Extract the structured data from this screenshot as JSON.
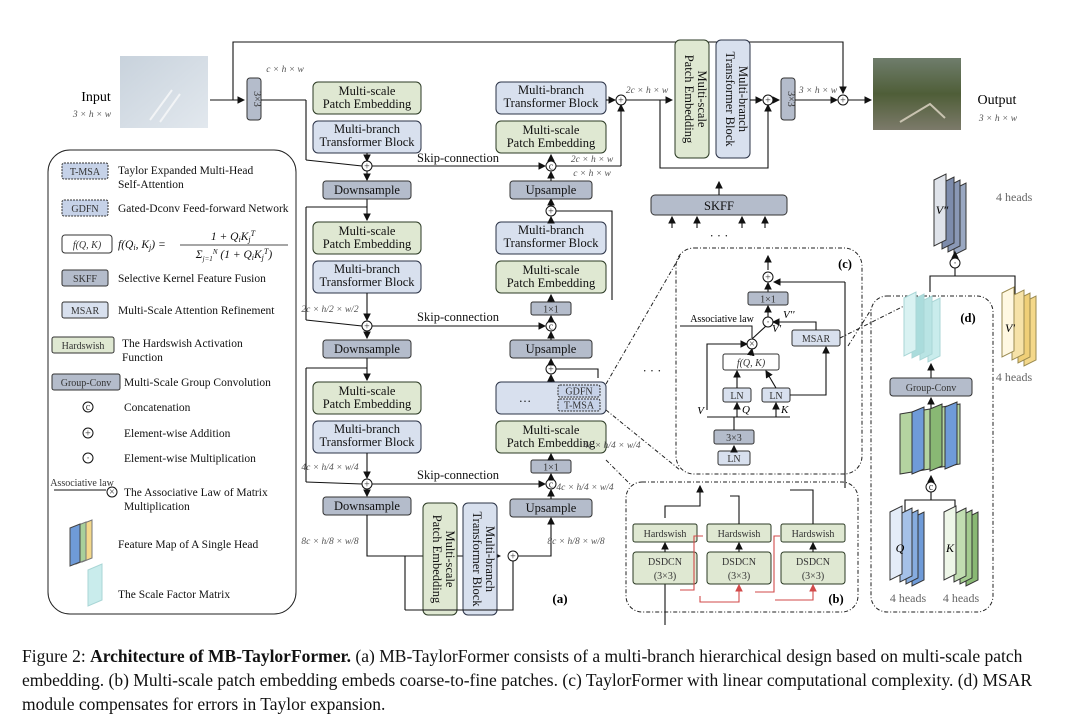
{
  "io": {
    "input_label": "Input",
    "input_dims": "3 × h × w",
    "output_label": "Output",
    "output_dims": "3 × h × w",
    "conv_in": "3×3",
    "conv_out": "3×3",
    "dim_c": "c × h × w",
    "dim_2c_top": "2c × h × w",
    "dim_3_out": "3 × h × w"
  },
  "encoder": {
    "mspe": "Multi-scale Patch Embedding",
    "mbtb": "Multi-branch Transformer Block",
    "downsample": "Downsample",
    "dim_2c": "2c × h/2 × w/2",
    "dim_4c": "4c × h/4 × w/4",
    "dim_8c": "8c × h/8 × w/8"
  },
  "decoder": {
    "upsample": "Upsample",
    "conv1x1": "1×1",
    "gdfn": "GDFN",
    "tmsa": "T-MSA",
    "ellipsis": "…",
    "dim_2c_up": "2c × h × w",
    "dim_c_up": "c × h × w",
    "dim_4c_up": "4c × h/4 × w/4",
    "dim_8c_up": "8c × h/8 × w/8",
    "dim_4c_side": "4c × h/4 × w/4"
  },
  "skip": "Skip-connection",
  "skff": "SKFF",
  "panel_labels": {
    "a": "(a)",
    "b": "(b)",
    "c": "(c)",
    "d": "(d)"
  },
  "panel_b": {
    "hardswish": "Hardswish",
    "dsdcn": "DSDCN",
    "kernel": "(3×3)"
  },
  "panel_c": {
    "conv1x1": "1×1",
    "conv3x3": "3×3",
    "ln": "LN",
    "fqk": "f(Q, K)",
    "msar": "MSAR",
    "assoc": "Associative law",
    "v2": "V''",
    "v1": "V'",
    "v": "V",
    "q": "Q",
    "k": "K"
  },
  "panel_d": {
    "group_conv": "Group-Conv",
    "heads": "4 heads",
    "v2": "V''",
    "v1": "V'",
    "q": "Q",
    "k": "K"
  },
  "legend": [
    {
      "key": "T-MSA",
      "text": "Taylor Expanded Multi-Head Self-Attention"
    },
    {
      "key": "GDFN",
      "text": "Gated-Dconv Feed-forward Network"
    },
    {
      "key": "f(Q, K)",
      "text": "f(Qi, Kj) = (1 + QiKjT) / Σj=1N (1 + QiKjT)"
    },
    {
      "key": "SKFF",
      "text": "Selective Kernel Feature Fusion"
    },
    {
      "key": "MSAR",
      "text": "Multi-Scale Attention Refinement"
    },
    {
      "key": "Hardswish",
      "text": "The Hardswish Activation Function"
    },
    {
      "key": "Group-Conv",
      "text": "Multi-Scale Group Convolution"
    },
    {
      "key": "c",
      "text": "Concatenation"
    },
    {
      "key": "+",
      "text": "Element-wise Addition"
    },
    {
      "key": "·",
      "text": "Element-wise Multiplication"
    },
    {
      "key": "Associative law",
      "text": "The Associative Law of Matrix Multiplication"
    },
    {
      "key": "feature-map",
      "text": "Feature Map of A Single Head"
    },
    {
      "key": "scale-matrix",
      "text": "The Scale Factor Matrix"
    }
  ],
  "caption": {
    "prefix": "Figure 2: ",
    "bold": "Architecture of MB-TaylorFormer.",
    "rest": " (a) MB-TaylorFormer consists of a multi-branch hierarchical design based on multi-scale patch embedding. (b) Multi-scale patch embedding embeds coarse-to-fine patches. (c) TaylorFormer with linear computational complexity. (d) MSAR module compensates for errors in Taylor expansion."
  },
  "colors": {
    "green_box": "#dfe8d2",
    "blue_box": "#d8e0ee",
    "gray_box": "#b4bccb",
    "red_line": "#d24a4a"
  }
}
